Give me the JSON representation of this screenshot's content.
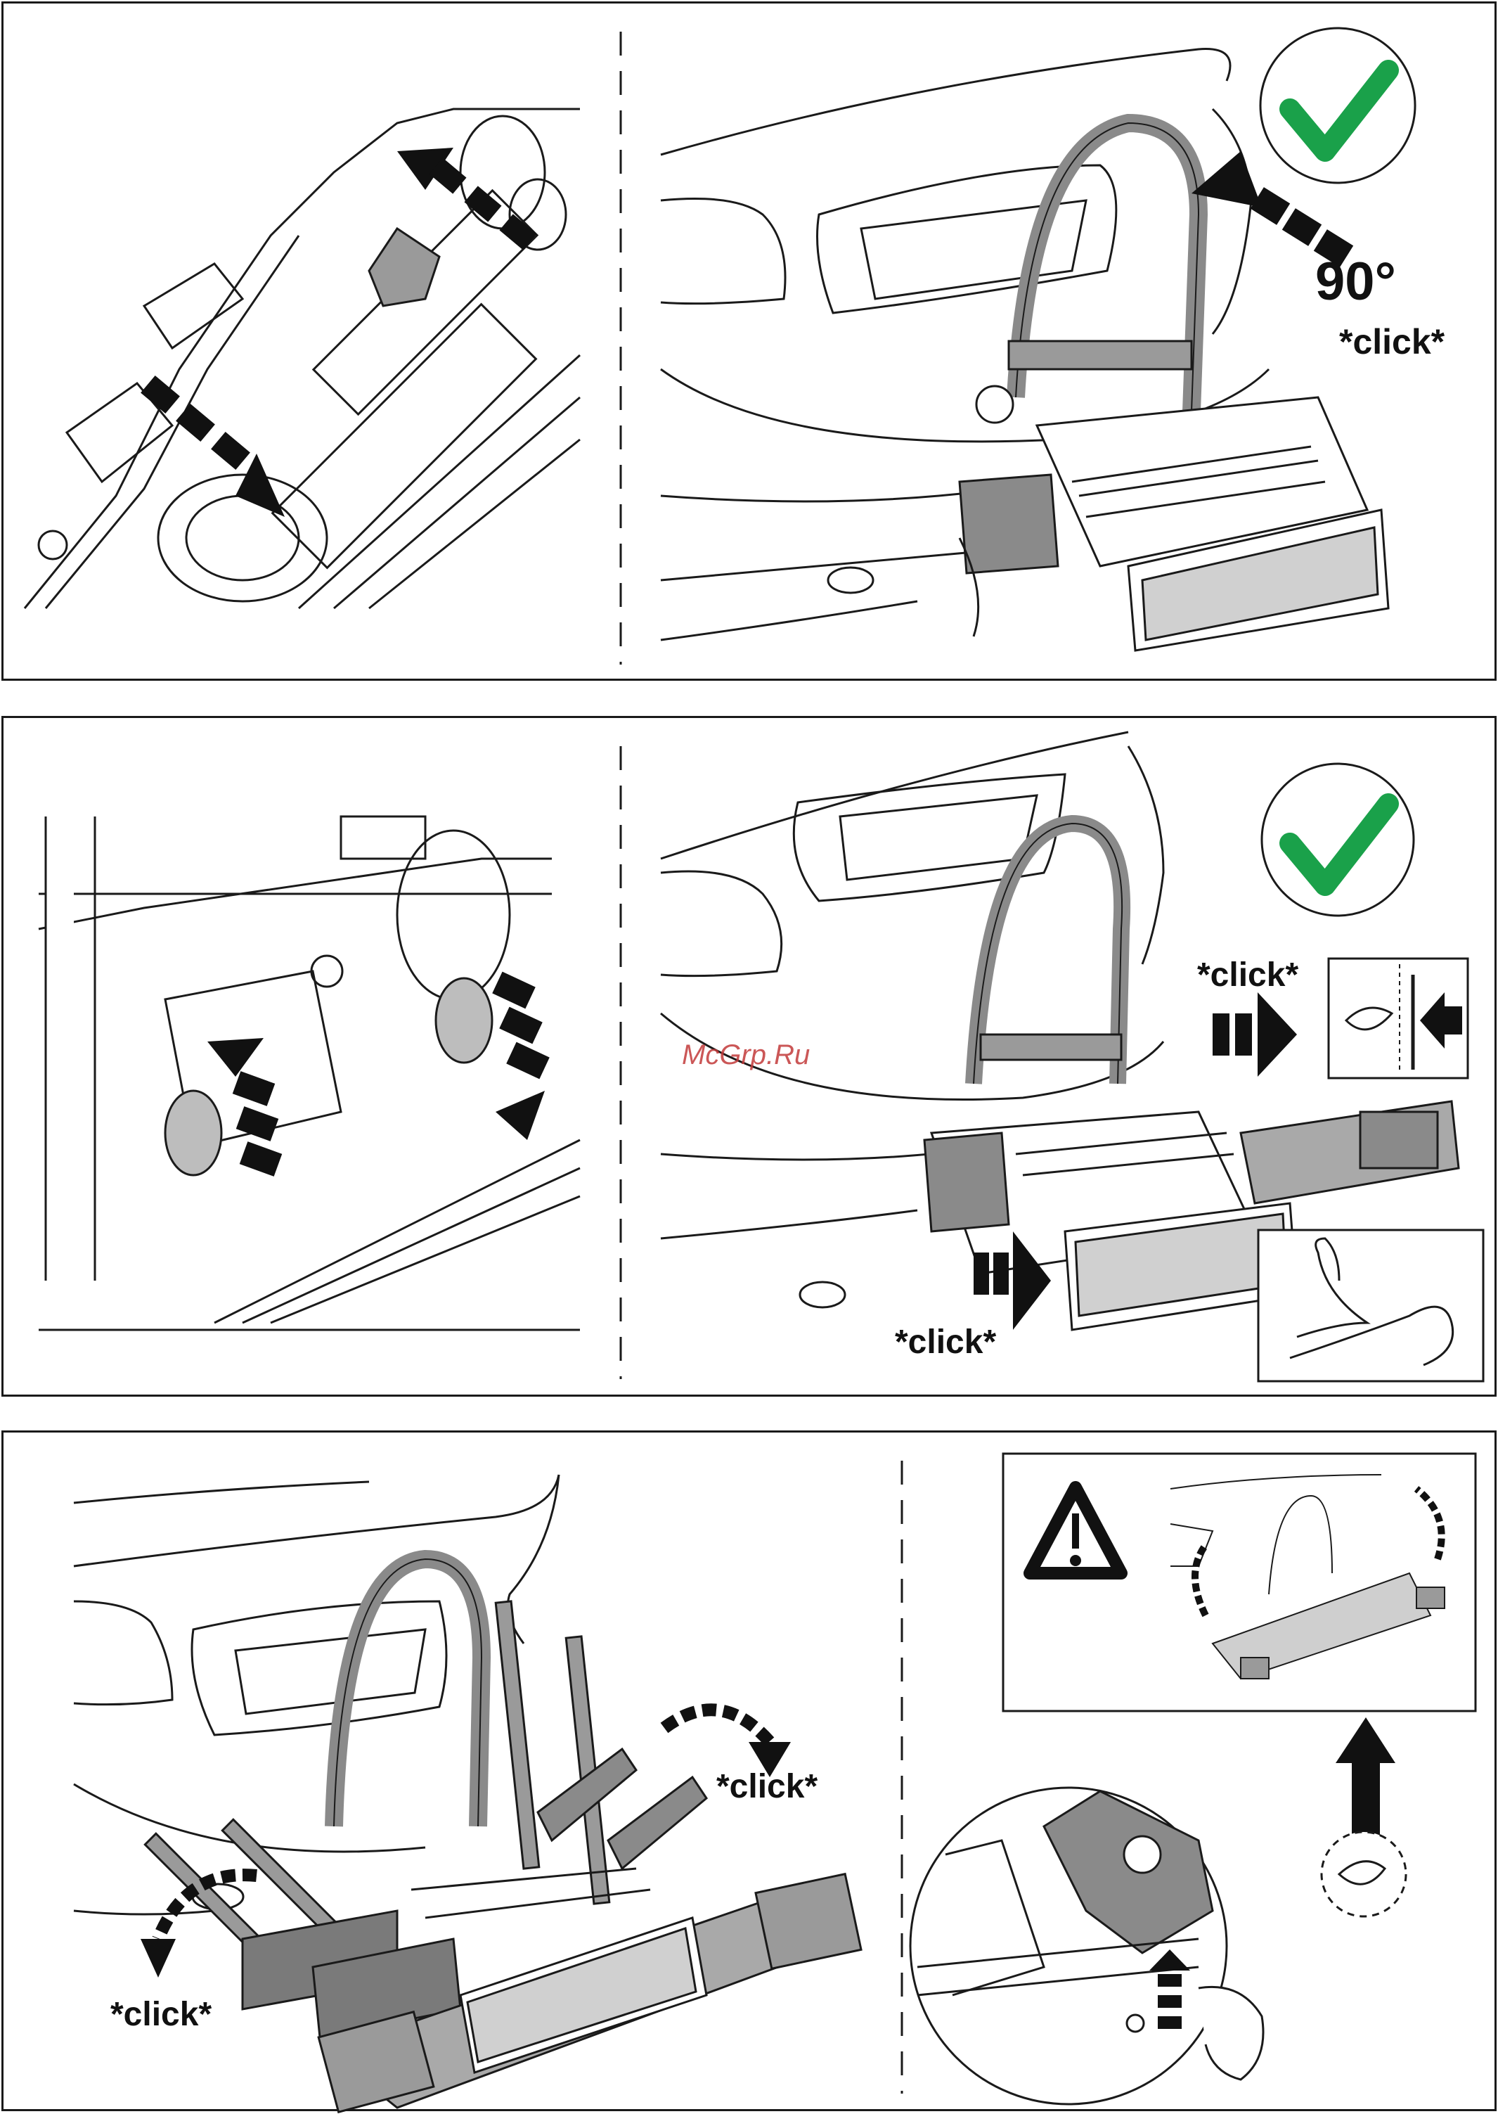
{
  "panel1": {
    "angle_label": "90°",
    "click_label": "*click*",
    "check_color": "#1aa14a"
  },
  "panel2": {
    "click_label_right": "*click*",
    "click_label_bottom": "*click*",
    "check_color": "#1aa14a"
  },
  "panel3": {
    "click_label_left": "*click*",
    "click_label_right": "*click*",
    "warning_icon": "warning-triangle-icon",
    "eye_icon": "eye-icon"
  },
  "watermark": "McGrp.Ru",
  "colors": {
    "stroke": "#1a1a1a",
    "car_fill": "#ffffff",
    "carrier_gray": "#a9a9a9",
    "carrier_dark": "#5a5a5a",
    "check_green": "#1aa14a"
  }
}
